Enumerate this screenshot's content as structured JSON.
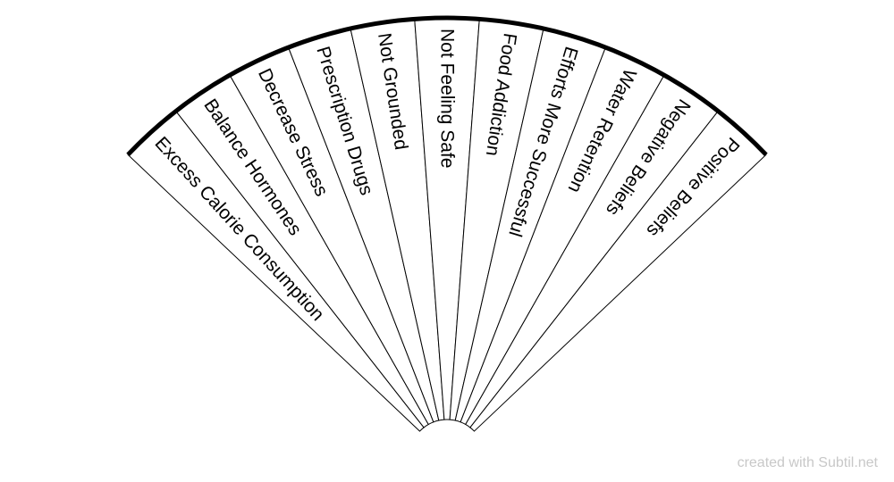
{
  "wheel": {
    "sectors": [
      "Excess Calorie Consumption",
      "Balance Hormones",
      "Decrease Stress",
      "Prescription Drugs",
      "Not Grounded",
      "Not Feeling Safe",
      "Food Addiction",
      "Efforts More Successful",
      "Water Retention",
      "Negative Beliefs",
      "Positive Beliefs"
    ],
    "line_color": "#000000",
    "fill_color": "#ffffff"
  },
  "footer": {
    "watermark": "created with Subtil.net",
    "watermark_color": "#c8c8c8"
  }
}
